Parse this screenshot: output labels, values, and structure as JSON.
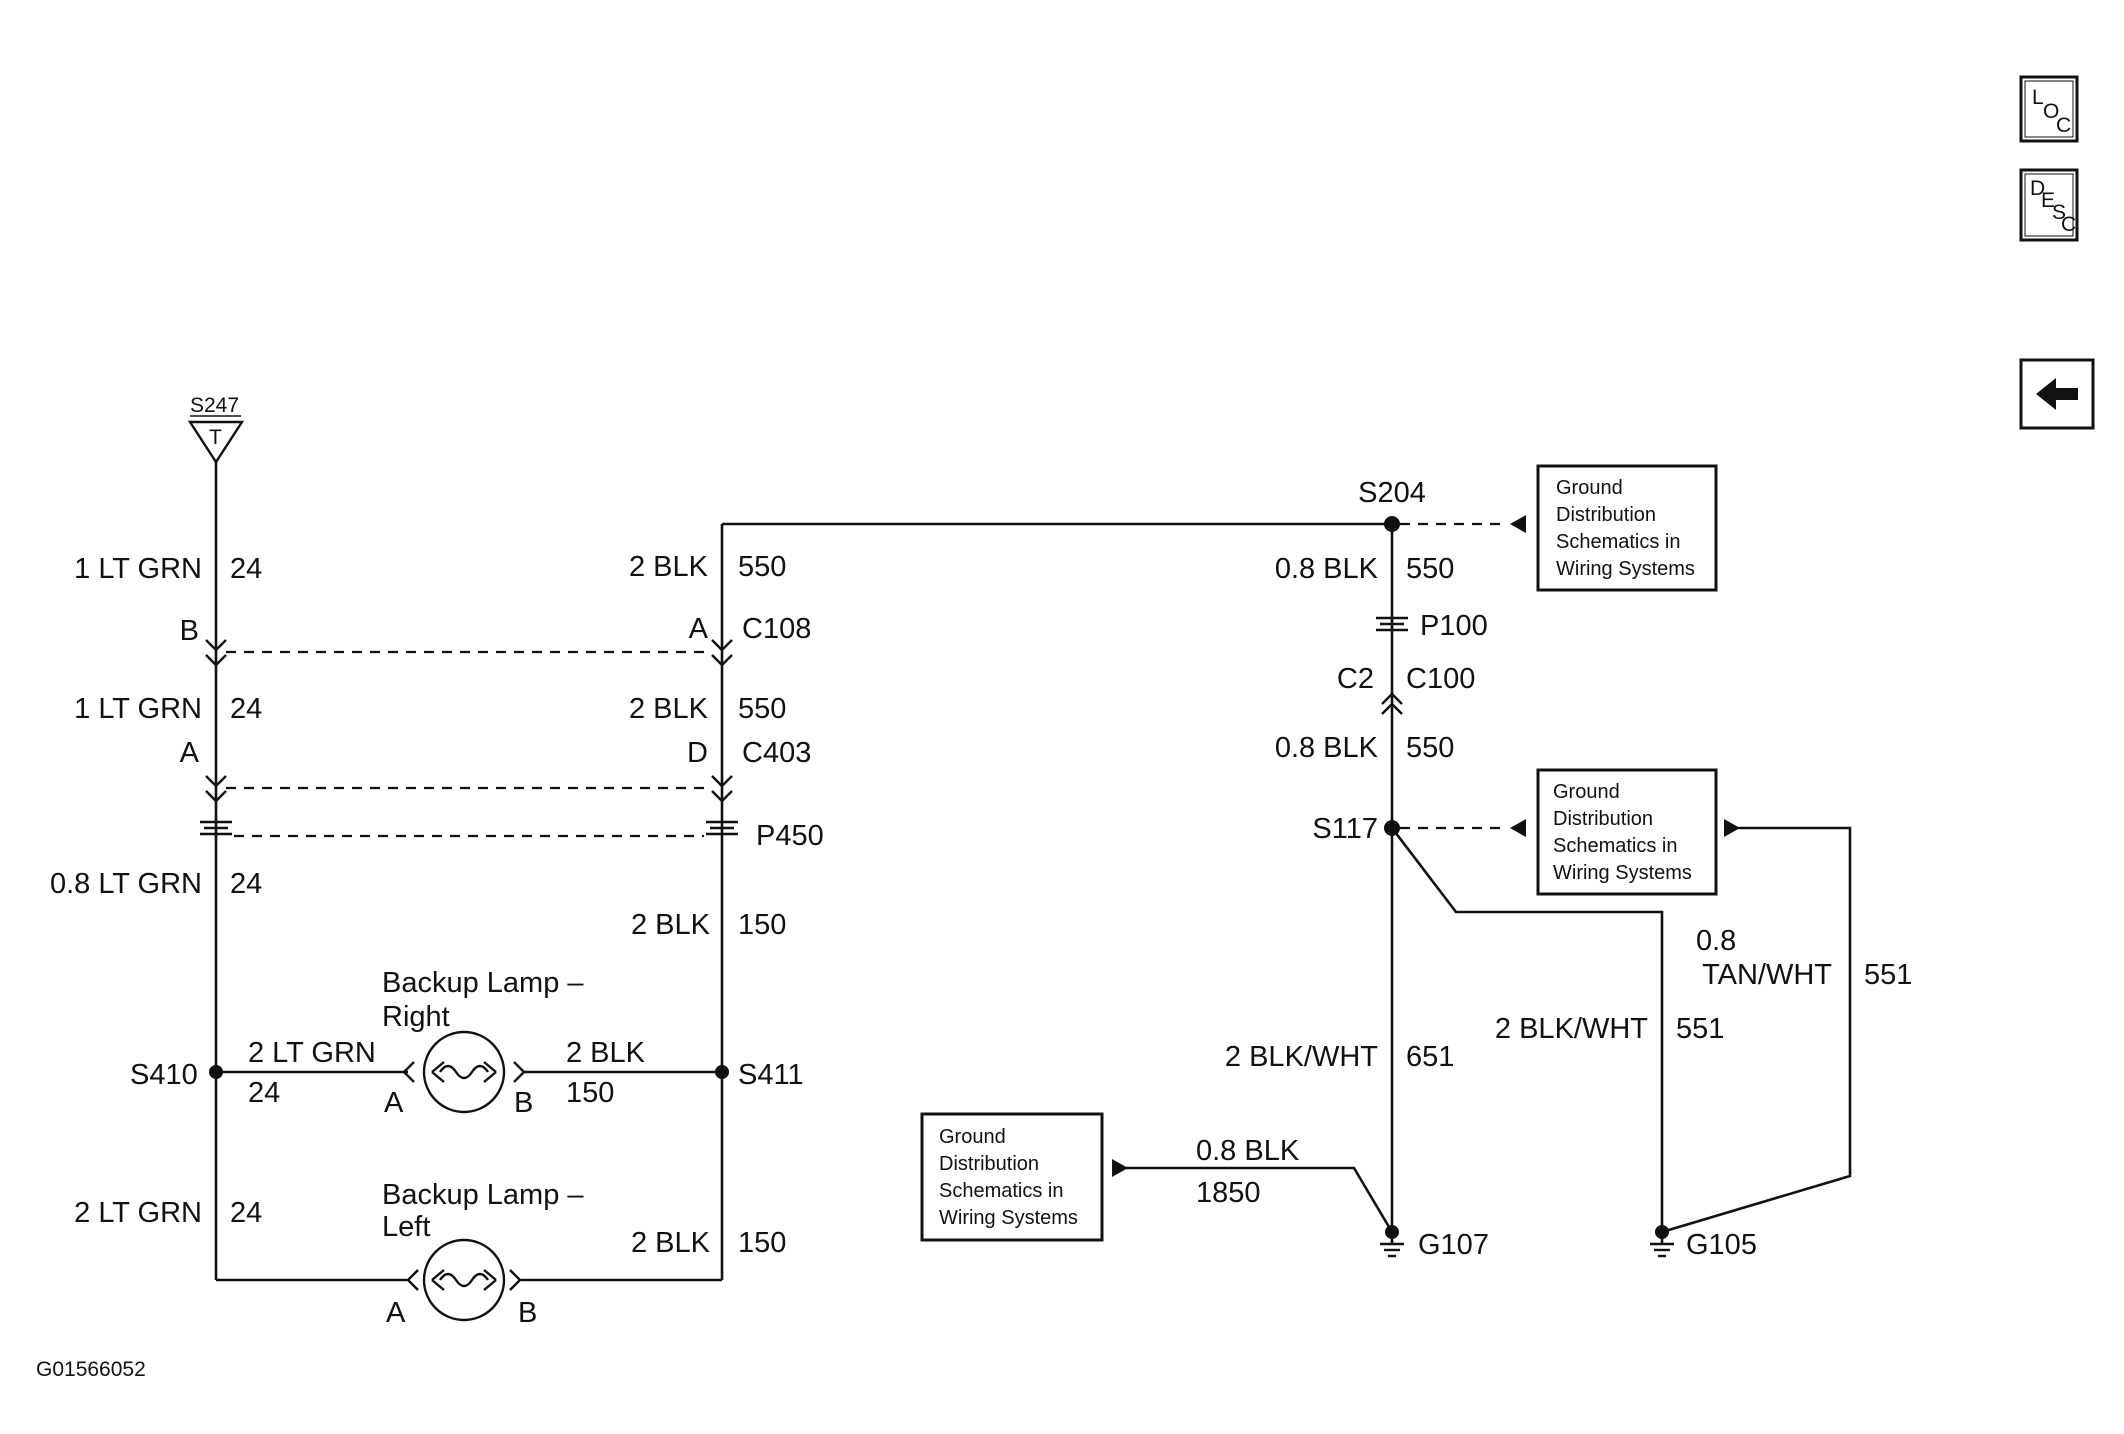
{
  "nav": {
    "loc_top": "L",
    "loc_mid": "O",
    "loc_bot": "C",
    "desc_top": "D",
    "desc_mid": "E",
    "desc_m2": "S",
    "desc_bot": "C",
    "back_icon": "left-arrow-icon"
  },
  "top": {
    "splice": "S247",
    "terminal": "T"
  },
  "left_wire": {
    "w1": "1 LT GRN",
    "c1": "24",
    "b": "B",
    "w2": "1 LT GRN",
    "c2": "24",
    "a": "A",
    "w3": "0.8 LT GRN",
    "c3": "24",
    "w4": "2 LT GRN",
    "c4": "24"
  },
  "mid_wire": {
    "w1": "2 BLK",
    "c1": "550",
    "a": "A",
    "conn1": "C108",
    "w2": "2 BLK",
    "c2": "550",
    "d": "D",
    "conn2": "C403",
    "conn3": "P450",
    "w3": "2 BLK",
    "c3": "150",
    "w4": "2 BLK",
    "c4": "150"
  },
  "lamps": {
    "right_title_1": "Backup Lamp –",
    "right_title_2": "Right",
    "left_title_1": "Backup Lamp –",
    "left_title_2": "Left",
    "pin_a": "A",
    "pin_b": "B",
    "s410": "S410",
    "s411": "S411",
    "rl_w": "2 LT GRN",
    "rl_c": "24",
    "rr_w": "2 BLK",
    "rr_c": "150"
  },
  "right_wire": {
    "s204": "S204",
    "w1": "0.8 BLK",
    "c1": "550",
    "p100": "P100",
    "c2pin": "C2",
    "c100": "C100",
    "w2": "0.8 BLK",
    "c2": "550",
    "s117": "S117",
    "w3": "2 BLK/WHT",
    "c3": "651",
    "w4": "2 BLK/WHT",
    "c4": "551",
    "w5a": "0.8",
    "w5b": "TAN/WHT",
    "c5": "551",
    "g107": "G107",
    "g105": "G105",
    "w6": "0.8 BLK",
    "c6": "1850"
  },
  "ref_box": {
    "line1": "Ground",
    "line2": "Distribution",
    "line3": "Schematics in",
    "line4": "Wiring Systems"
  },
  "figure_id": "G01566052"
}
